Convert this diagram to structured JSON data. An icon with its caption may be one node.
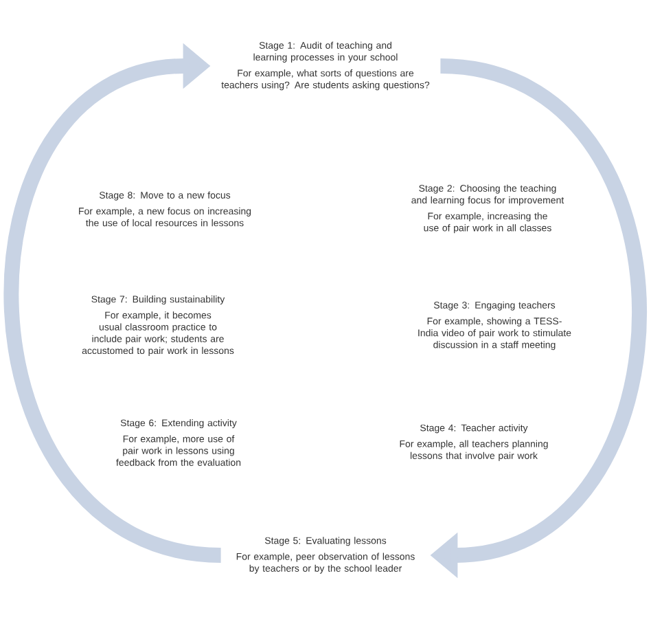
{
  "diagram": {
    "nodes": [
      {
        "text": [
          "Stage 1: Audit of teaching and learning processes in your school",
          "For example, what sorts of questions are teachers using? Are students asking questions?"
        ]
      },
      {
        "text": [
          "Stage 2: Choosing the teaching and learning focus for improvement",
          "For example, increasing the use of pair work in all classes"
        ]
      },
      {
        "text": [
          "Stage 3: Engaging teachers",
          "For example, showing a TESS-India video of pair work to stimulate discussion in a staff meeting"
        ]
      },
      {
        "text": [
          "Stage 4: Teacher activity",
          "For example, all teachers planning lessons that involve pair work"
        ]
      },
      {
        "text": [
          "Stage 5: Evaluating lessons",
          "For example, peer observation of lessons by teachers or by the school leader"
        ]
      },
      {
        "text": [
          "Stage 6: Extending activity",
          "For example, more use of pair work in lessons using feedback from the evaluation"
        ]
      },
      {
        "text": [
          "Stage 7: Building sustainability",
          "For example, it becomes usual classroom practice to include pair work; students are accustomed to pair work in lessons"
        ]
      },
      {
        "text": [
          "Stage 8: Move to a new focus",
          "For example, a new focus on increasing the use of local resources in lessons"
        ]
      }
    ],
    "edges": [
      {
        "from": 0,
        "to": 4,
        "arrow": "to"
      },
      {
        "from": 4,
        "to": 0,
        "arrow": "to"
      }
    ]
  }
}
